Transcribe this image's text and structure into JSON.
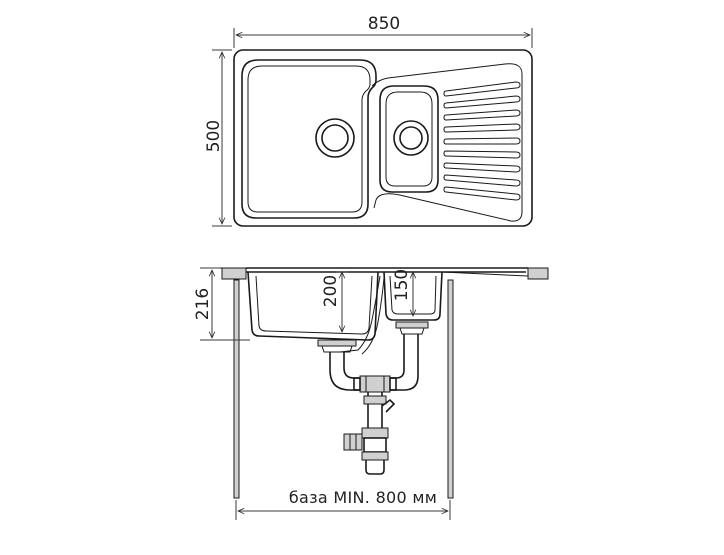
{
  "dimensions": {
    "width": "850",
    "depth": "500",
    "overall_depth": "216",
    "main_bowl_depth": "200",
    "small_bowl_depth": "150",
    "base_min": "база MIN. 800 мм"
  },
  "colors": {
    "line": "#1a1a1a",
    "fill_gray": "#d0d0d0",
    "background": "#ffffff"
  }
}
